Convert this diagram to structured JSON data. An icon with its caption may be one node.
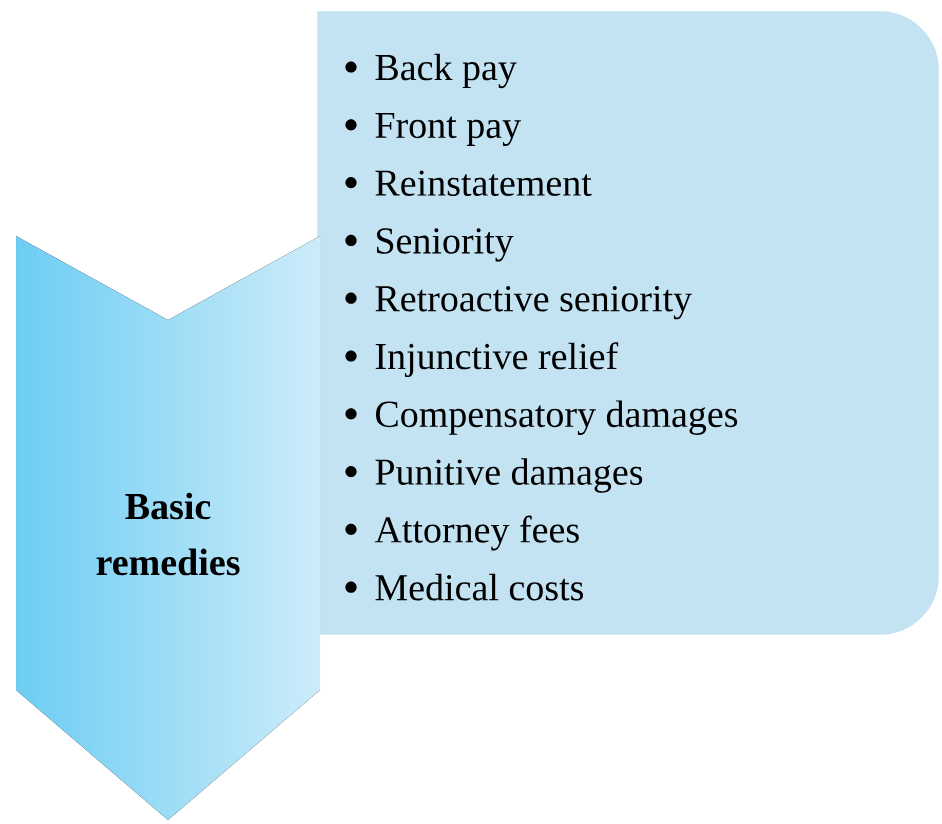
{
  "diagram": {
    "nodes": [
      {
        "text": [
          "Basic remedies"
        ]
      },
      {
        "text": [
          "Back pay",
          "Front pay",
          "Reinstatement",
          "Seniority",
          "Retroactive seniority",
          "Injunctive relief",
          "Compensatory damages",
          "Punitive damages",
          "Attorney fees",
          "Medical costs"
        ]
      }
    ]
  }
}
